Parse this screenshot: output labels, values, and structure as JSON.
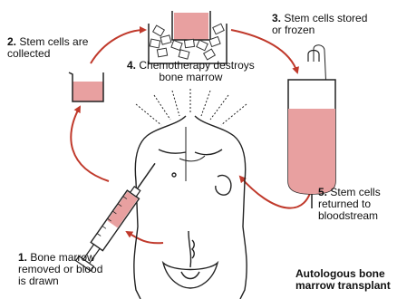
{
  "steps": [
    {
      "num": "1.",
      "line1": "Bone marrow",
      "line2": "removed or blood",
      "line3": "is drawn"
    },
    {
      "num": "2.",
      "line1": "Stem cells are",
      "line2": "collected"
    },
    {
      "num": "3.",
      "line1": "Stem cells stored",
      "line2": "or frozen"
    },
    {
      "num": "4.",
      "line1": "Chemotherapy destroys",
      "line2": "bone marrow"
    },
    {
      "num": "5.",
      "line1": "Stem cells",
      "line2": "returned to",
      "line3": "bloodstream"
    }
  ],
  "caption": {
    "line1": "Autologous bone",
    "line2": "marrow transplant"
  },
  "colors": {
    "arrow": "#c0392b",
    "fluid": "#e8a0a0",
    "outline": "#222222"
  }
}
